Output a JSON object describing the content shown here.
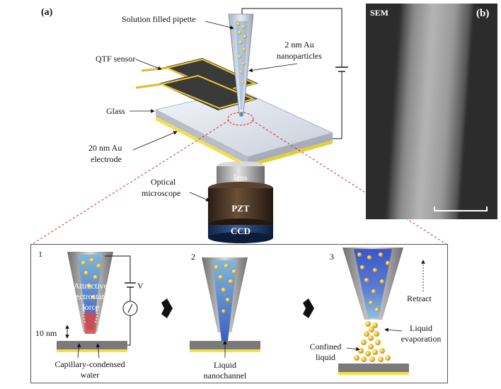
{
  "top": {
    "panel_a": "(a)",
    "panel_b": "(b)",
    "labels": {
      "pipette": "Solution filled pipette",
      "au_np_1": "2 nm Au",
      "au_np_2": "nanoparticles",
      "qtf": "QTF sensor",
      "glass": "Glass",
      "electrode_1": "20 nm Au",
      "electrode_2": "electrode",
      "optical_1": "Optical",
      "optical_2": "microscope",
      "lens": "lens",
      "pzt": "PZT",
      "ccd": "CCD"
    },
    "sem_label": "SEM"
  },
  "steps": {
    "step1": {
      "number": "1",
      "force_1": "Attractive",
      "force_2": "electrostatic",
      "force_3": "force",
      "voltage": "V",
      "current": "I",
      "gap": "10 nm",
      "water_1": "Capillary-condensed",
      "water_2": "water"
    },
    "step2": {
      "number": "2",
      "channel_1": "Liquid",
      "channel_2": "nanochannel"
    },
    "step3": {
      "number": "3",
      "retract": "Retract",
      "evap_1": "Liquid",
      "evap_2": "evaporation",
      "confined_1": "Confined",
      "confined_2": "liquid"
    }
  },
  "colors": {
    "gold": "#f2c23a",
    "glass": "#e4e7ee",
    "electrode": "#f2e04a",
    "pzt": "#3b2a1e",
    "ccd": "#1e3a6e",
    "dash_red": "#d0282a"
  }
}
